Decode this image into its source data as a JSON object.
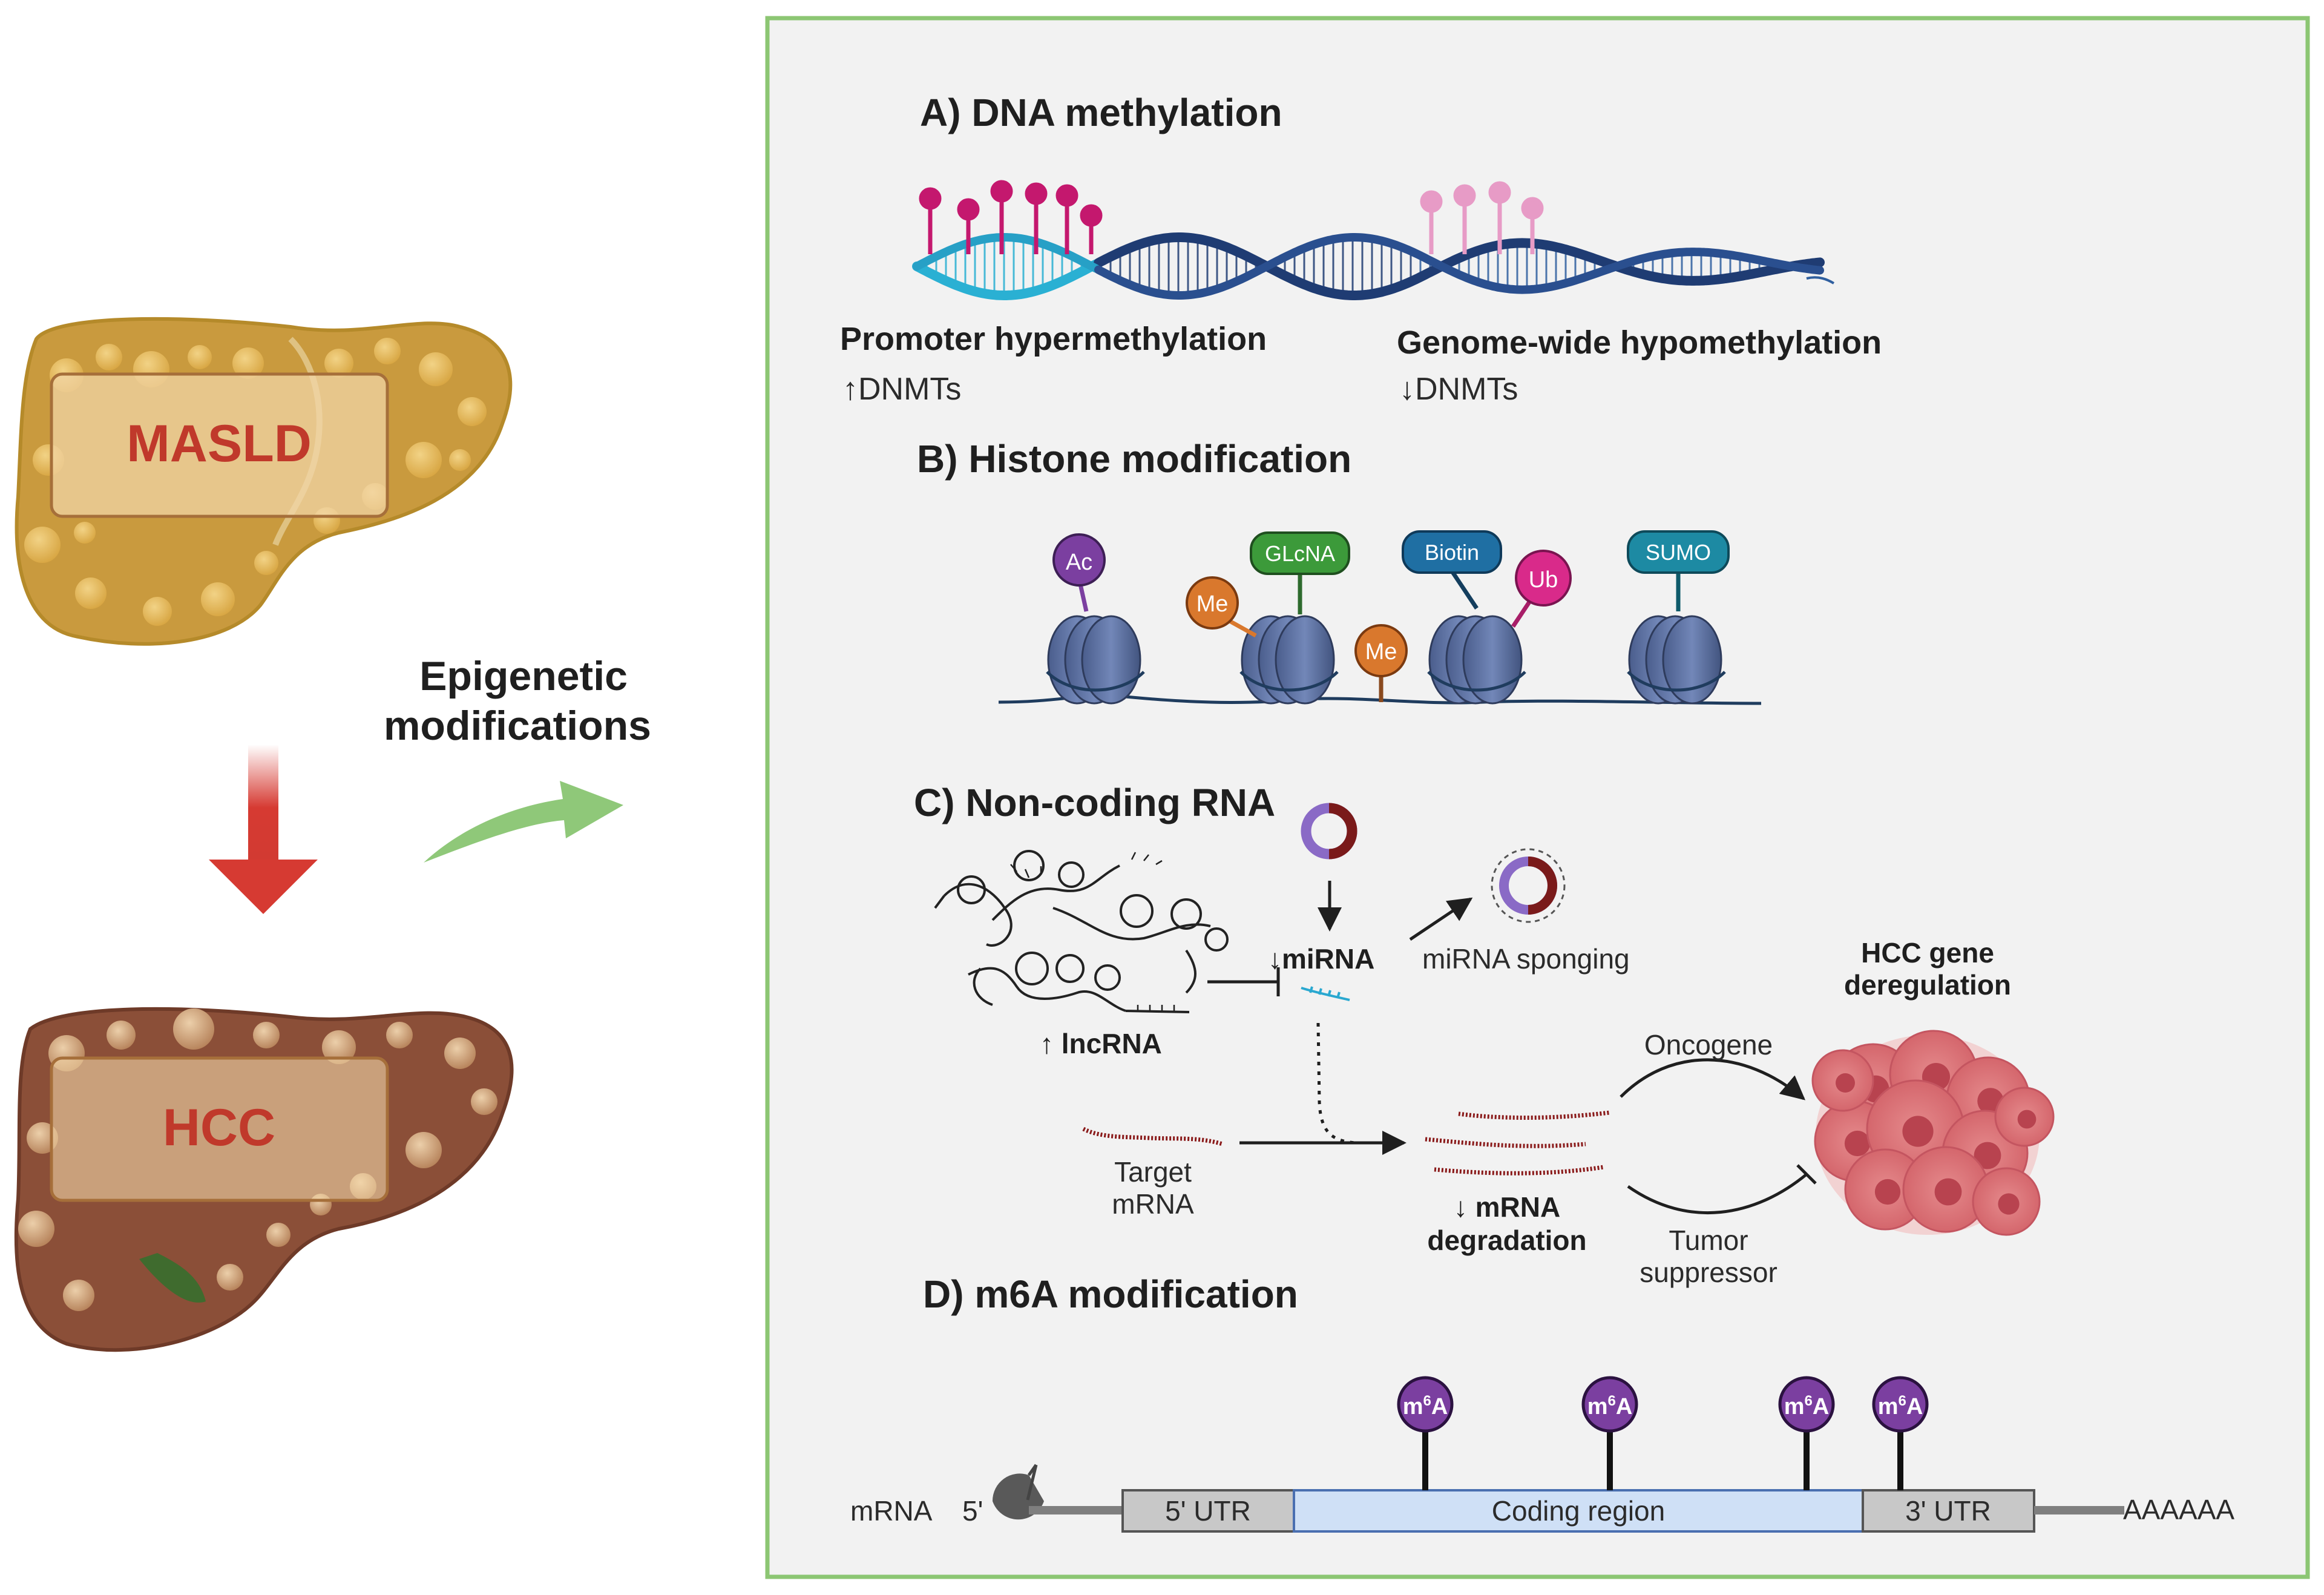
{
  "left": {
    "liver_top_label": "MASLD",
    "liver_bottom_label": "HCC",
    "epigenetic_line1": "Epigenetic",
    "epigenetic_line2": "modifications"
  },
  "colors": {
    "panel_border": "#8cc673",
    "panel_bg": "#f2f2f2",
    "masld_text": "#c0392b",
    "hcc_text": "#c0392b",
    "down_arrow": "#d63a32",
    "green_arrow": "#8fc879",
    "methyl_dark": "#c4186e",
    "methyl_light": "#e79bc6",
    "dna_cyan": "#2ab0d3",
    "dna_navy": "#1f3c73",
    "ac": "#7b3fa0",
    "me": "#d9782d",
    "glcna": "#3c9a3a",
    "biotin": "#1f6fa3",
    "ub": "#d92a8a",
    "sumo": "#1d8aa3",
    "m6a": "#7b3fa0",
    "coding_region": "#cfe0f6"
  },
  "panelA": {
    "title": "A) DNA methylation",
    "left_label": "Promoter hypermethylation",
    "left_sub": "↑DNMTs",
    "right_label": "Genome-wide hypomethylation",
    "right_sub": "↓DNMTs"
  },
  "panelB": {
    "title": "B) Histone modification",
    "marks": [
      "Ac",
      "Me",
      "GLcNA",
      "Me",
      "Biotin",
      "Ub",
      "SUMO"
    ]
  },
  "panelC": {
    "title": "C) Non-coding RNA",
    "lncrna": "↑ lncRNA",
    "mirna": "↓miRNA",
    "sponging": "miRNA sponging",
    "target_line1": "Target",
    "target_line2": "mRNA",
    "degradation_line1": "↓ mRNA",
    "degradation_line2": "degradation",
    "oncogene": "Oncogene",
    "tumor_line1": "Tumor",
    "tumor_line2": "suppressor",
    "hcc_line1": "HCC gene",
    "hcc_line2": "deregulation"
  },
  "panelD": {
    "title": "D) m6A modification",
    "mrna": "mRNA",
    "five_prime": "5'",
    "utr5": "5' UTR",
    "coding": "Coding region",
    "utr3": "3' UTR",
    "polya": "AAAAAA",
    "m6a_base": "m",
    "m6a_sup": "6",
    "m6a_end": "A"
  }
}
